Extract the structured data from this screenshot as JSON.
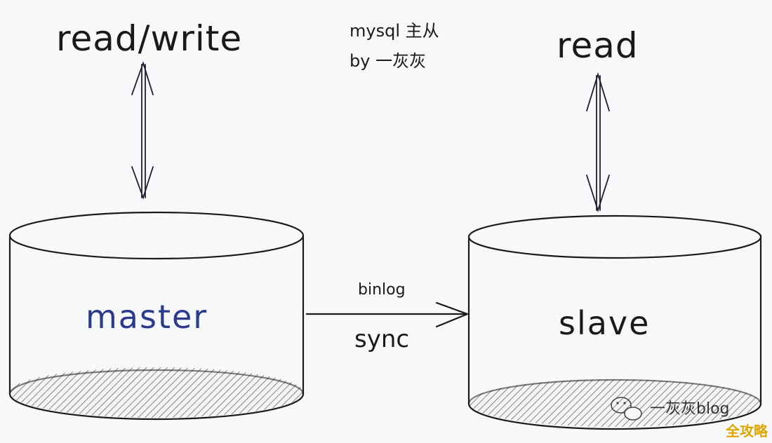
{
  "top_left_label": "read/write",
  "top_right_label": "read",
  "note": {
    "line1": "mysql 主从",
    "line2": "by 一灰灰"
  },
  "master": {
    "label": "master",
    "color": "#2b3a8a"
  },
  "slave": {
    "label": "slave",
    "color": "#1a1a1a"
  },
  "link": {
    "top_label": "binlog",
    "bottom_label": "sync"
  },
  "watermark": "一灰灰blog",
  "corner_badge": "全攻略"
}
